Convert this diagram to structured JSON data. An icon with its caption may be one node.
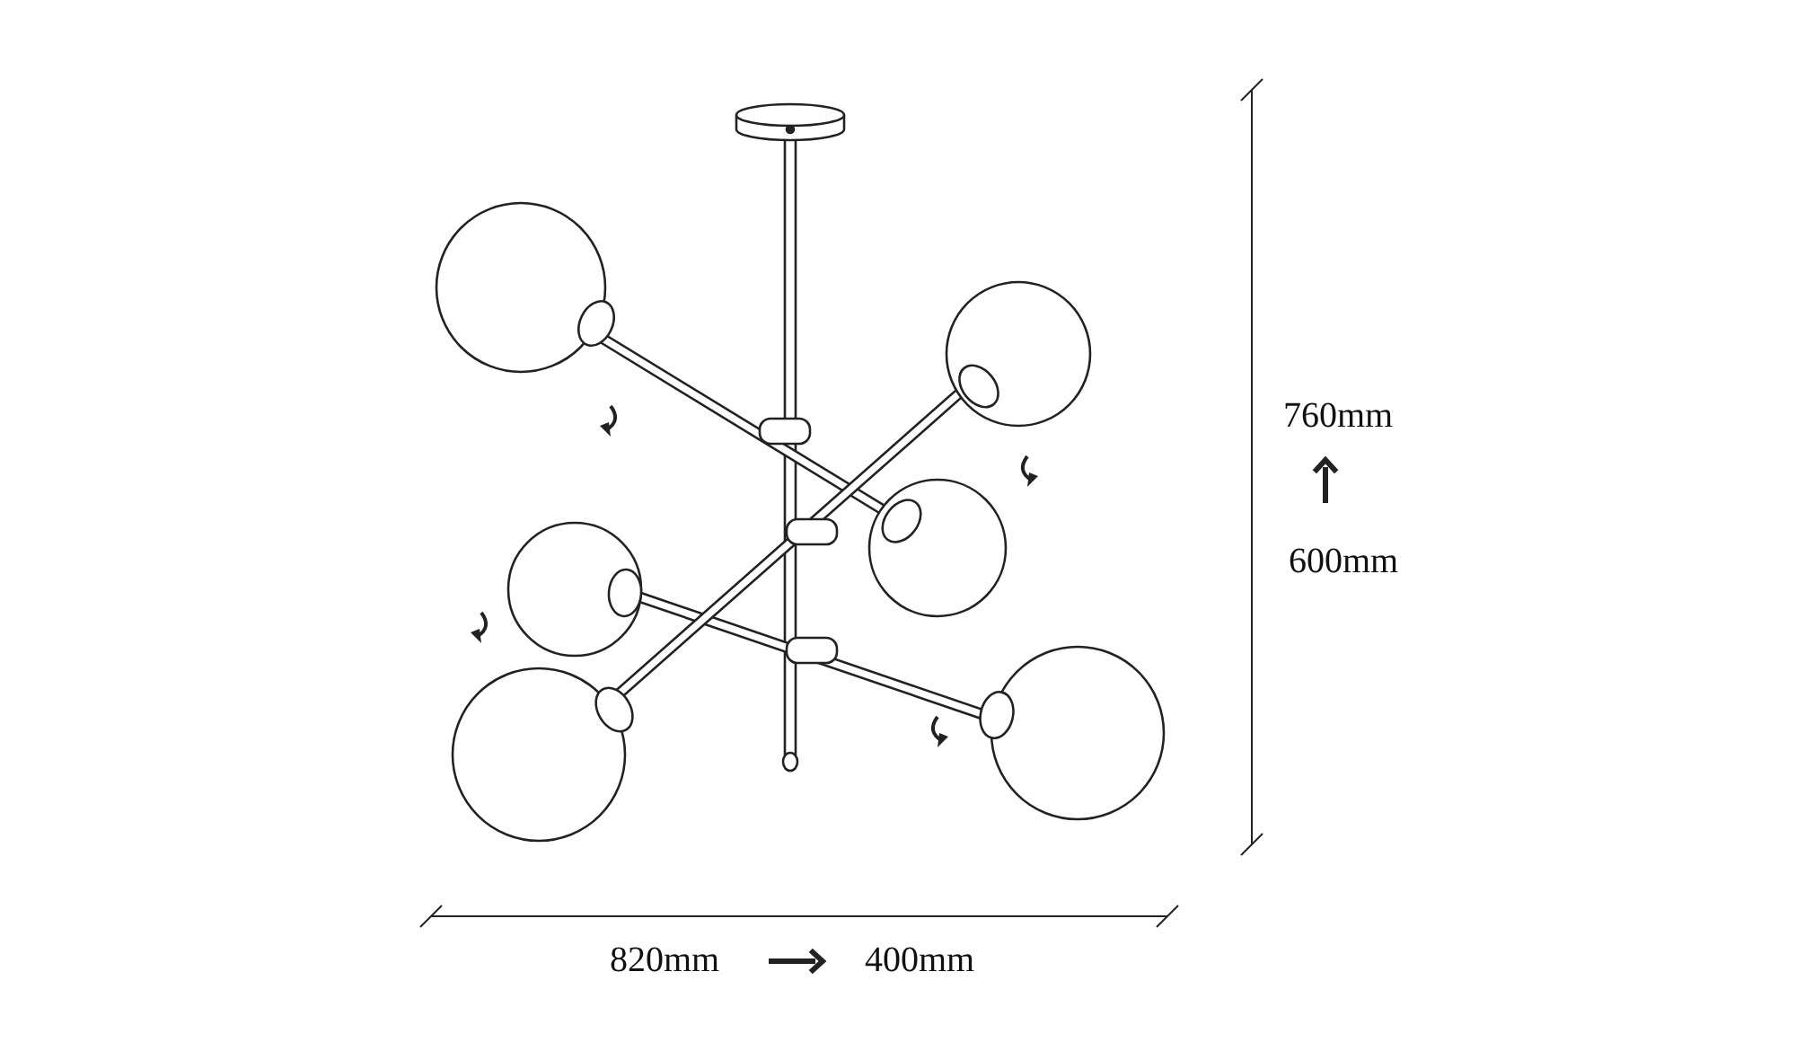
{
  "diagram": {
    "labels": [
      "760mm",
      "600mm",
      "820mm",
      "400mm"
    ]
  }
}
